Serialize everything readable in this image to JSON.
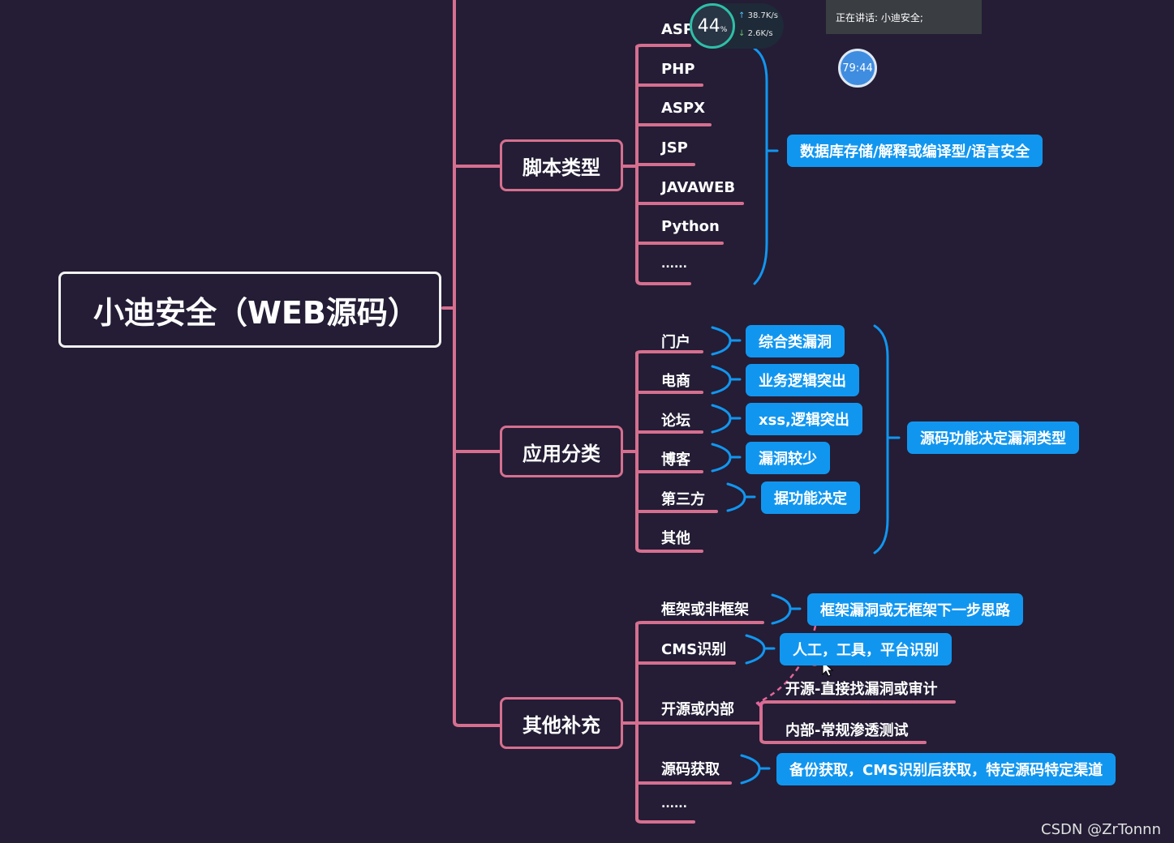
{
  "root": "小迪安全（WEB源码）",
  "branches": {
    "script": {
      "title": "脚本类型",
      "items": [
        "ASP",
        "PHP",
        "ASPX",
        "JSP",
        "JAVAWEB",
        "Python",
        "......"
      ],
      "summary": "数据库存储/解释或编译型/语言安全"
    },
    "app": {
      "title": "应用分类",
      "items": [
        "门户",
        "电商",
        "论坛",
        "博客",
        "第三方",
        "其他"
      ],
      "notes": [
        "综合类漏洞",
        "业务逻辑突出",
        "xss,逻辑突出",
        "漏洞较少",
        "据功能决定"
      ],
      "summary": "源码功能决定漏洞类型"
    },
    "other": {
      "title": "其他补充",
      "items": [
        "框架或非框架",
        "CMS识别",
        "开源或内部",
        "源码获取",
        "......"
      ],
      "frame_note": "框架漏洞或无框架下一步思路",
      "cms_note": "人工，工具，平台识别",
      "open_sub": [
        "开源-直接找漏洞或审计",
        "内部-常规渗透测试"
      ],
      "source_note": "备份获取，CMS识别后获取，特定源码特定渠道"
    }
  },
  "overlay": {
    "gauge_value": "44",
    "gauge_unit": "%",
    "upload": "38.7K/s",
    "download": "2.6K/s",
    "talking": "正在讲话: 小迪安全;",
    "timer": "79:44"
  },
  "watermark": "CSDN @ZrTonnn",
  "colors": {
    "background": "#241d35",
    "branch": "#d66f8f",
    "accent": "#1196f0"
  }
}
